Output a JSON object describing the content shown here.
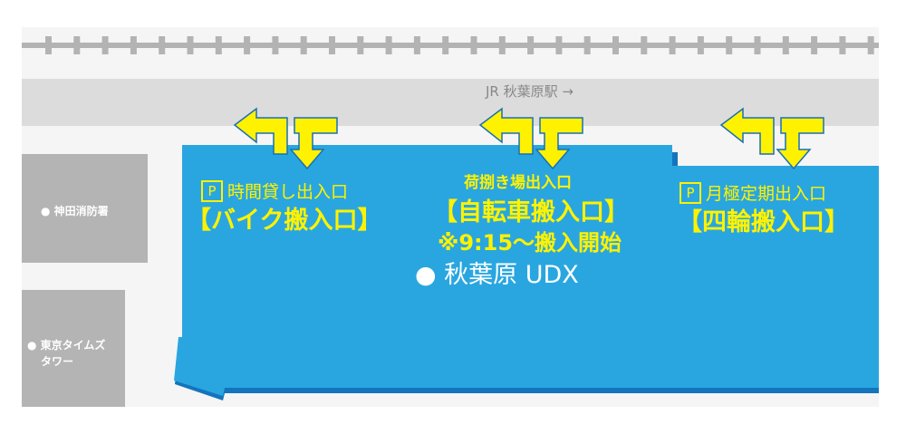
{
  "station_label": "JR 秋葉原駅 →",
  "neighbors": [
    {
      "label": "● 神田消防署"
    },
    {
      "label": "● 東京タイムズ",
      "label2": "タワー"
    }
  ],
  "building": {
    "label": "● 秋葉原 UDX",
    "color": "#29a6e0",
    "shadow_color": "#1474bd"
  },
  "entrances": [
    {
      "parking_icon": "P",
      "title": "時間貸し出入口",
      "subtitle": "【バイク搬入口】"
    },
    {
      "title": "荷捌き場出入口",
      "subtitle": "【自転車搬入口】",
      "note": "※9:15～搬入開始"
    },
    {
      "parking_icon": "P",
      "title": "月極定期出入口",
      "subtitle": "【四輪搬入口】"
    }
  ],
  "colors": {
    "arrow_fill": "#fff200",
    "arrow_stroke": "#1a6fb5",
    "rail": "#b3b3b3",
    "road": "#dcdcdc",
    "ground": "#f5f5f5",
    "block": "#b4b4b4"
  }
}
